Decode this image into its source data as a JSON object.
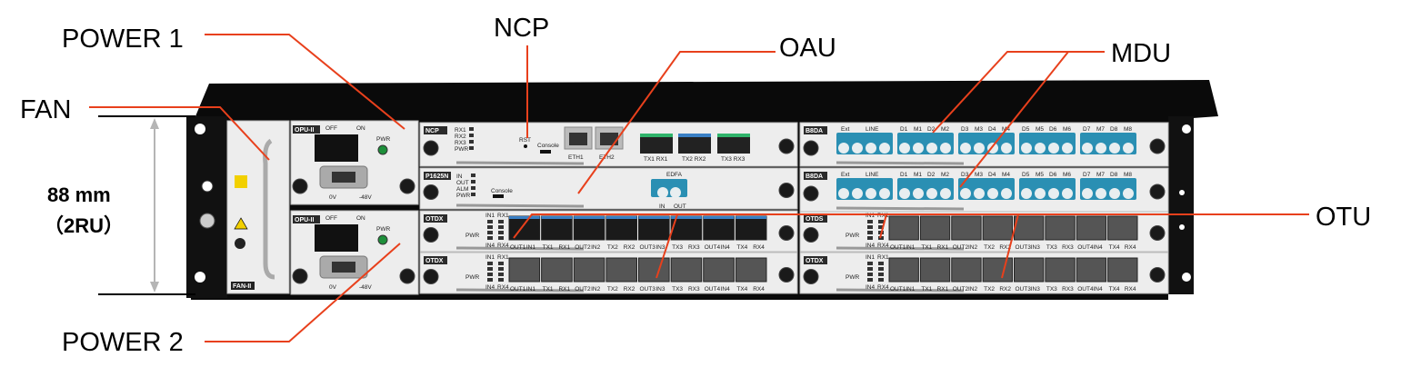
{
  "callouts": {
    "power1": "POWER 1",
    "fan": "FAN",
    "ncp": "NCP",
    "oau": "OAU",
    "mdu": "MDU",
    "otu": "OTU",
    "power2": "POWER 2"
  },
  "dimension": {
    "height": "88 mm",
    "units": "（2RU）"
  },
  "modules": {
    "fan": "FAN-II",
    "power1": "OPU-II",
    "power2": "OPU-II",
    "ncp": "NCP",
    "oau": "P1625N",
    "otdx_left_top": "OTDX",
    "otdx_left_bottom": "OTDX",
    "mdu_top": "B8DA",
    "mdu_bottom": "B8DA",
    "otds_right": "OTDS",
    "otdx_right": "OTDX"
  },
  "power_labels": {
    "off": "OFF",
    "on": "ON",
    "pwr": "PWR",
    "v0": "0V",
    "v48": "-48V"
  },
  "ncp_labels": {
    "leds": [
      "RX1",
      "RX2",
      "RX3",
      "PWR"
    ],
    "rst": "RST",
    "console": "Console",
    "eth1": "ETH1",
    "eth2": "ETH2",
    "sfp": [
      "TX1 RX1",
      "TX2 RX2",
      "TX3 RX3"
    ]
  },
  "oau_labels": {
    "leds": [
      "IN",
      "OUT",
      "ALM",
      "PWR"
    ],
    "console": "Console",
    "edfa": "EDFA",
    "in": "IN",
    "out": "OUT"
  },
  "otu_labels": {
    "in1": "IN1",
    "rx1": "RX1",
    "in4": "IN4",
    "rx4": "RX4",
    "pwr": "PWR",
    "ports": [
      "OUT1",
      "IN1",
      "TX1",
      "RX1",
      "OUT2",
      "IN2",
      "TX2",
      "RX2",
      "OUT3",
      "IN3",
      "TX3",
      "RX3",
      "OUT4",
      "IN4",
      "TX4",
      "RX4"
    ]
  },
  "mdu_labels": [
    "Ext",
    "LINE",
    "D1",
    "M1",
    "D2",
    "M2",
    "D3",
    "M3",
    "D4",
    "M4",
    "D5",
    "M5",
    "D6",
    "M6",
    "D7",
    "M7",
    "D8",
    "M8"
  ],
  "colors": {
    "callout_line": "#e8401c",
    "chassis": "#0a0a0a",
    "panel": "#ededed",
    "lc_blue": "#2a8fb3",
    "dimension": "#b5b5b5"
  }
}
